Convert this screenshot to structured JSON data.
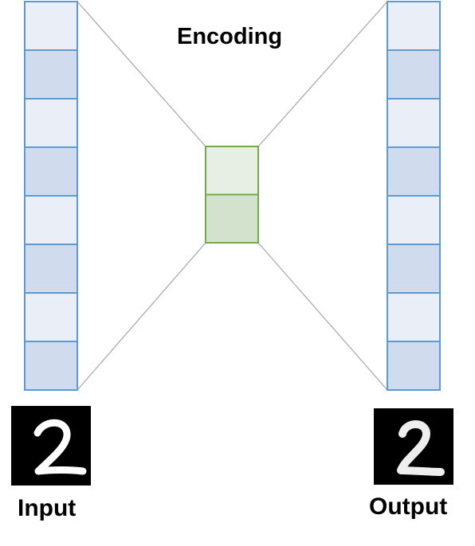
{
  "labels": {
    "encoding": "Encoding",
    "input": "Input",
    "output": "Output"
  },
  "layers": {
    "input_cells": 8,
    "code_cells": 2,
    "output_cells": 8
  },
  "colors": {
    "layer_border": "#5b9bd5",
    "layer_light": "#e9eef7",
    "layer_dark": "#d0dcee",
    "code_border": "#70ad47",
    "code_light": "#e7efe4",
    "code_dark": "#d3e2cd",
    "connector": "#a6a6a6",
    "digit_bg": "#000000",
    "digit_stroke": "#ffffff"
  },
  "images": {
    "input_digit": "2",
    "output_digit": "2"
  }
}
